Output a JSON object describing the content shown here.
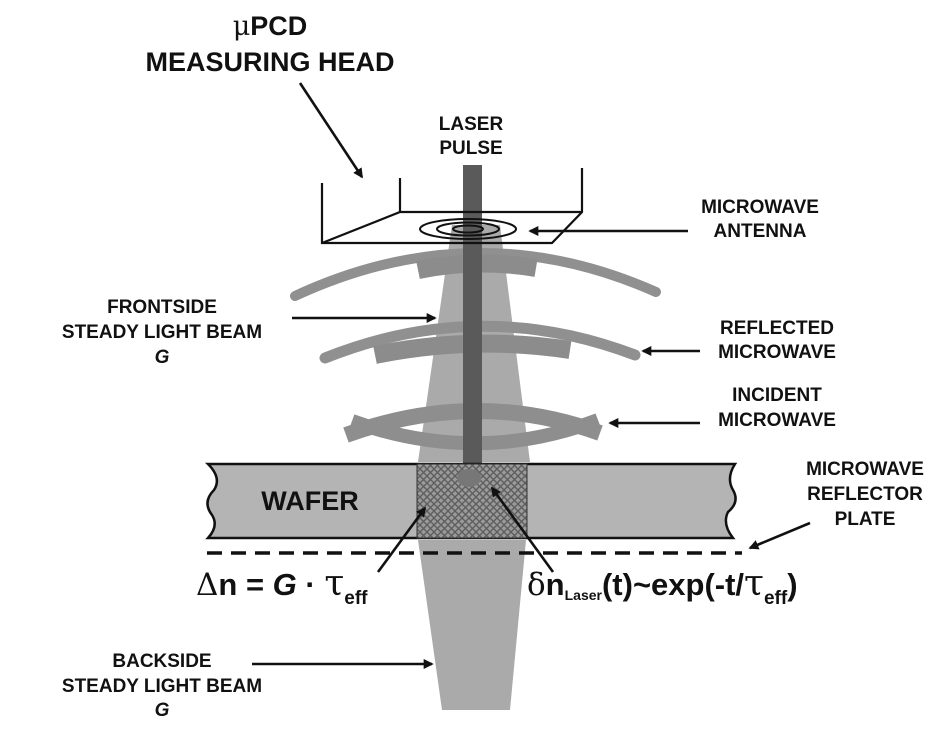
{
  "measuring_head": {
    "symbol": "μ",
    "line1": "PCD",
    "line2": "MEASURING HEAD"
  },
  "laser": {
    "line1": "LASER",
    "line2": "PULSE"
  },
  "antenna": {
    "line1": "MICROWAVE",
    "line2": "ANTENNA"
  },
  "frontside": {
    "line1": "FRONTSIDE",
    "line2": "STEADY LIGHT BEAM",
    "line3": "G"
  },
  "reflected": {
    "line1": "REFLECTED",
    "line2": "MICROWAVE"
  },
  "incident": {
    "line1": "INCIDENT",
    "line2": "MICROWAVE"
  },
  "wafer": {
    "label": "WAFER"
  },
  "reflector": {
    "line1": "MICROWAVE",
    "line2": "REFLECTOR",
    "line3": "PLATE"
  },
  "steady_state_eq": {
    "delta": "Δ",
    "n_eq": "n = ",
    "G": "G",
    "dot": " · ",
    "tau": "τ",
    "sub": "eff"
  },
  "transient_eq": {
    "delta": "δ",
    "n": "n",
    "sub_laser": "Laser",
    "body": "(t)~exp(-t/",
    "tau": "τ",
    "sub_eff": "eff",
    "close": ")"
  },
  "backside": {
    "line1": "BACKSIDE",
    "line2": "STEADY LIGHT BEAM",
    "line3": "G"
  },
  "colors": {
    "beam": "#aaaaaa",
    "laser": "#5a5a5a",
    "wave": "#909090",
    "wafer": "#b4b4b4",
    "ink": "#111111"
  }
}
